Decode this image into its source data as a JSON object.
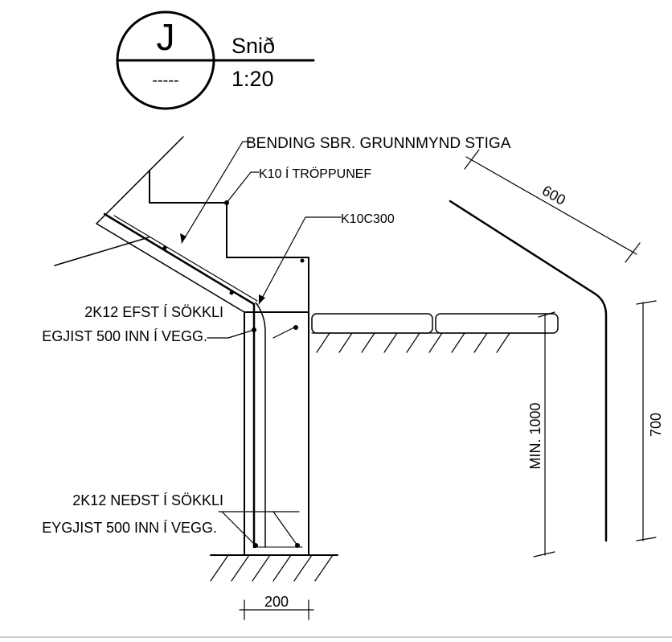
{
  "title_block": {
    "letter": "J",
    "sheet_ref": "-----",
    "view_type": "Snið",
    "scale": "1:20"
  },
  "labels": {
    "bending": "BENDING SBR. GRUNNMYND STIGA",
    "k10_nose": "K10 Í TRÖPPUNEF",
    "k10c300": "K10C300",
    "top_bars_1": "2K12 EFST Í SÖKKLI",
    "top_bars_2": "EGJIST 500 INN Í VEGG.",
    "bottom_bars_1": "2K12 NEÐST Í SÖKKLI",
    "bottom_bars_2": "EYGJIST 500 INN Í VEGG."
  },
  "dimensions": {
    "railing_offset": "600",
    "railing_height": "700",
    "min_height": "MIN. 1000",
    "wall_width": "200"
  }
}
